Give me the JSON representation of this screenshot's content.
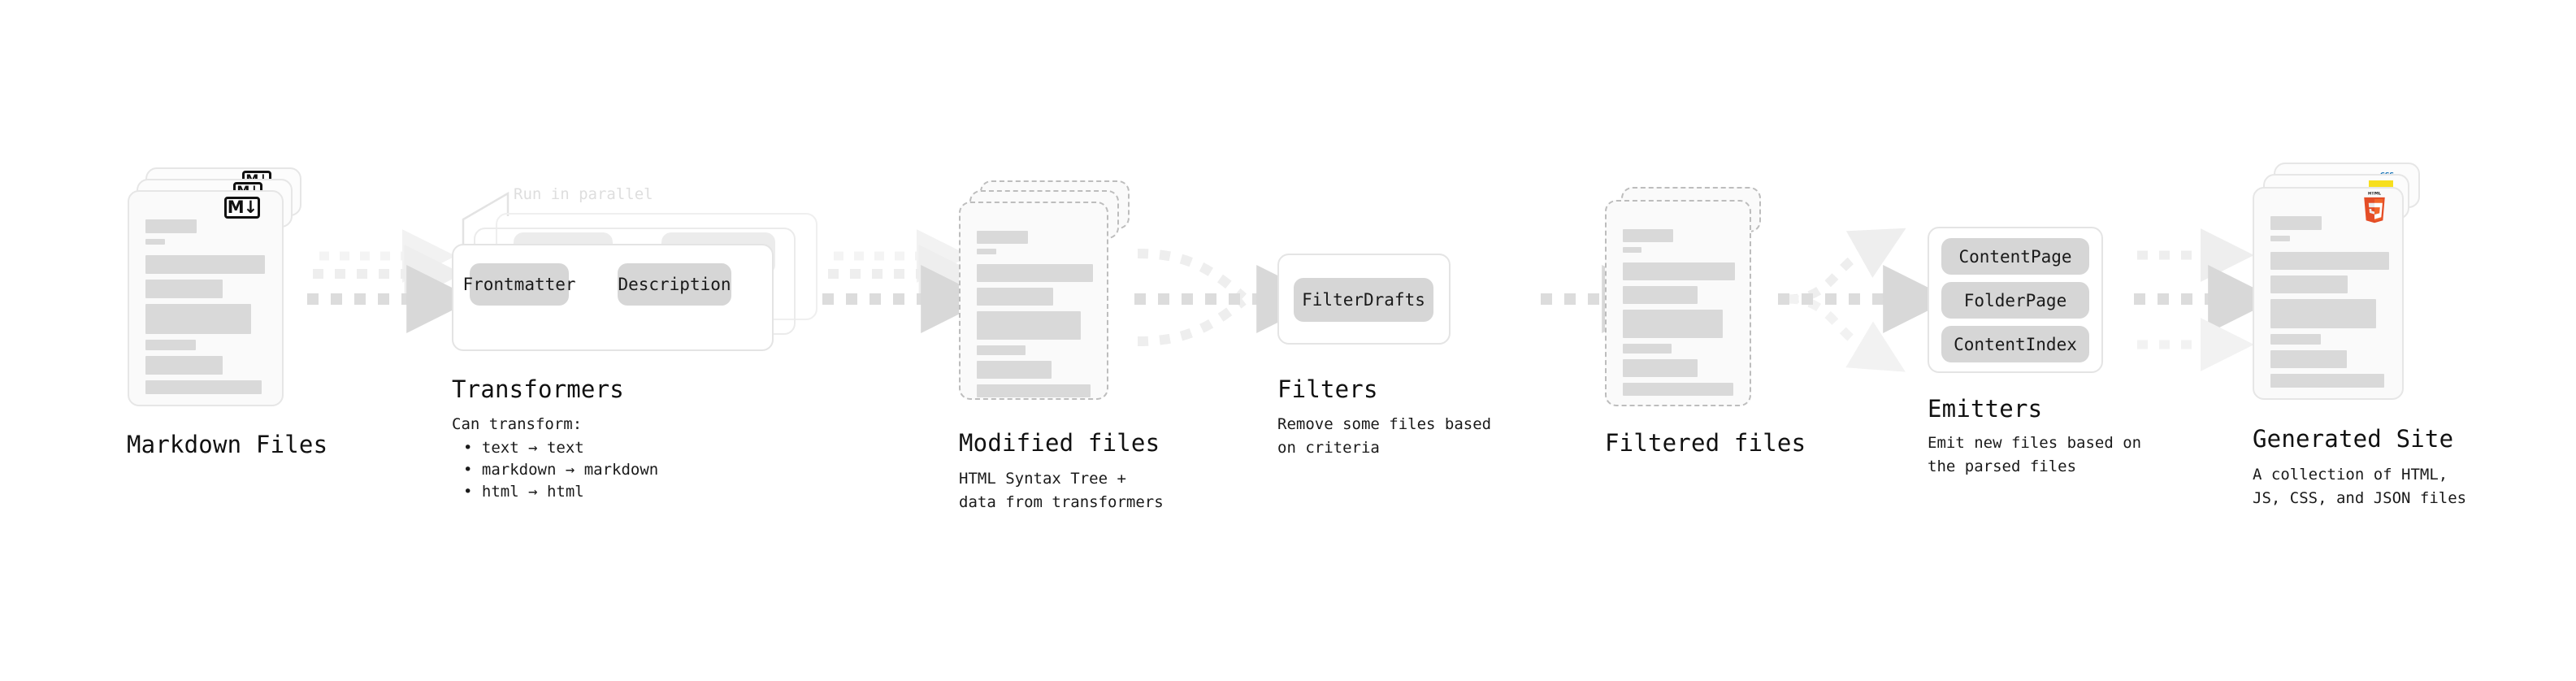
{
  "diagram": {
    "title_font_note": "",
    "colors": {
      "bar": "#d9d9d9",
      "card_border": "#e6e6e6",
      "card_fill": "#fafafa",
      "dashed_border": "#bdbdbd",
      "pill_fill": "#d6d6d6",
      "arrow": "#d8d8d8",
      "annotation_text": "#dedede",
      "html5_orange": "#e44d26",
      "js_yellow": "#f7df1e",
      "css_blue": "#1572b6"
    },
    "stages": [
      {
        "id": "markdown-files",
        "title": "Markdown Files",
        "subtitle": "",
        "icon": "markdown-icon",
        "icon_label": "M↓"
      },
      {
        "id": "transformers",
        "title": "Transformers",
        "subtitle": "Can transform:",
        "annotation": "Run in parallel",
        "pills": [
          "Frontmatter",
          "Description"
        ],
        "bullets": [
          "• text → text",
          "• markdown → markdown",
          "• html → html"
        ]
      },
      {
        "id": "modified-files",
        "title": "Modified files",
        "subtitle": "HTML Syntax Tree +\ndata from transformers"
      },
      {
        "id": "filters",
        "title": "Filters",
        "subtitle": "Remove some files based\non criteria",
        "pills": [
          "FilterDrafts"
        ]
      },
      {
        "id": "filtered-files",
        "title": "Filtered files",
        "subtitle": ""
      },
      {
        "id": "emitters",
        "title": "Emitters",
        "subtitle": "Emit new files based on\nthe parsed files",
        "pills": [
          "ContentPage",
          "FolderPage",
          "ContentIndex"
        ]
      },
      {
        "id": "generated-site",
        "title": "Generated Site",
        "subtitle": "A collection of HTML,\nJS, CSS, and JSON files",
        "icons": [
          "html5-icon",
          "js-icon",
          "css-icon"
        ],
        "css_label": "CSS"
      }
    ]
  }
}
